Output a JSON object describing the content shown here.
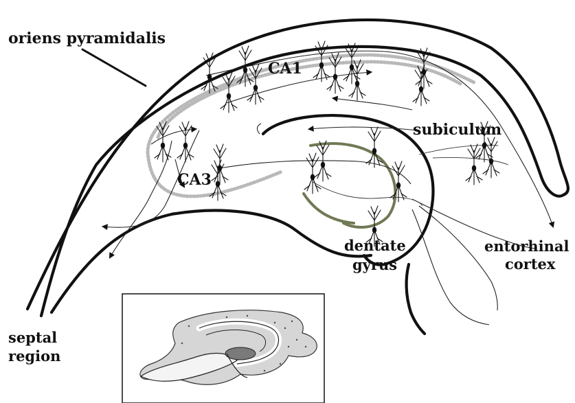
{
  "labels": {
    "oriens": "oriens pyramidalis",
    "ca1": "CA1",
    "ca3": "CA3",
    "subiculum": "subiculum",
    "dentate_line1": "dentate",
    "dentate_line2": "gyrus",
    "entorhinal_line1": "entorhinal",
    "entorhinal_line2": "cortex",
    "septal_line1": "septal",
    "septal_line2": "region"
  },
  "colors": {
    "ink": "#111111",
    "pyramidal_layer": "#b9b9b9",
    "granule_layer": "#6f7a55"
  }
}
